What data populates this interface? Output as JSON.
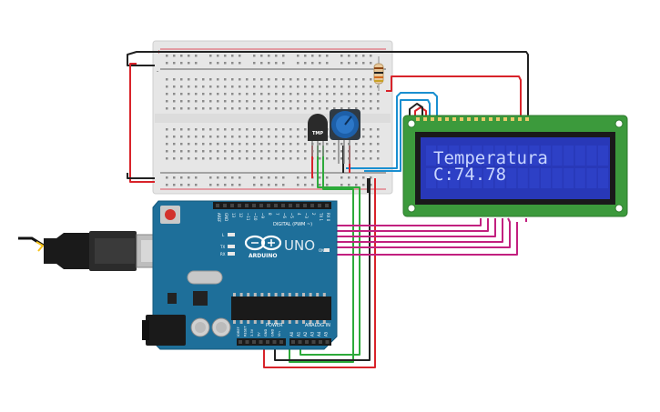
{
  "lcd": {
    "line1": "Temperatura",
    "line2": "C:74.78"
  },
  "arduino": {
    "logo_text": "ARDUINO",
    "model": "UNO",
    "digital_label": "DIGITAL (PWM ~)",
    "power_label": "POWER",
    "analog_label": "ANALOG IN",
    "led_l": "L",
    "led_tx": "TX",
    "led_rx": "RX",
    "on_label": "ON",
    "digital_pins": [
      "AREF",
      "GND",
      "13",
      "12",
      "~11",
      "~10",
      "~9",
      "8",
      "7",
      "~6",
      "~5",
      "4",
      "~3",
      "2",
      "TX 1",
      "RX 0"
    ],
    "power_pins": [
      "IOREF",
      "RESET",
      "3.3V",
      "5V",
      "GND",
      "GND",
      "Vin"
    ],
    "analog_pins": [
      "A0",
      "A1",
      "A2",
      "A3",
      "A4",
      "A5"
    ]
  },
  "sensor": {
    "label": "TMP"
  },
  "breadboard": {
    "plus": "+",
    "minus": "-"
  },
  "colors": {
    "arduino_board": "#1e6f9a",
    "lcd_pcb": "#3c9a3c",
    "lcd_screen": "#2838b8",
    "wire_red": "#d8232a",
    "wire_black": "#222222",
    "wire_green": "#2daa3a",
    "wire_magenta": "#c2207f",
    "wire_blue": "#1a8fd0"
  }
}
